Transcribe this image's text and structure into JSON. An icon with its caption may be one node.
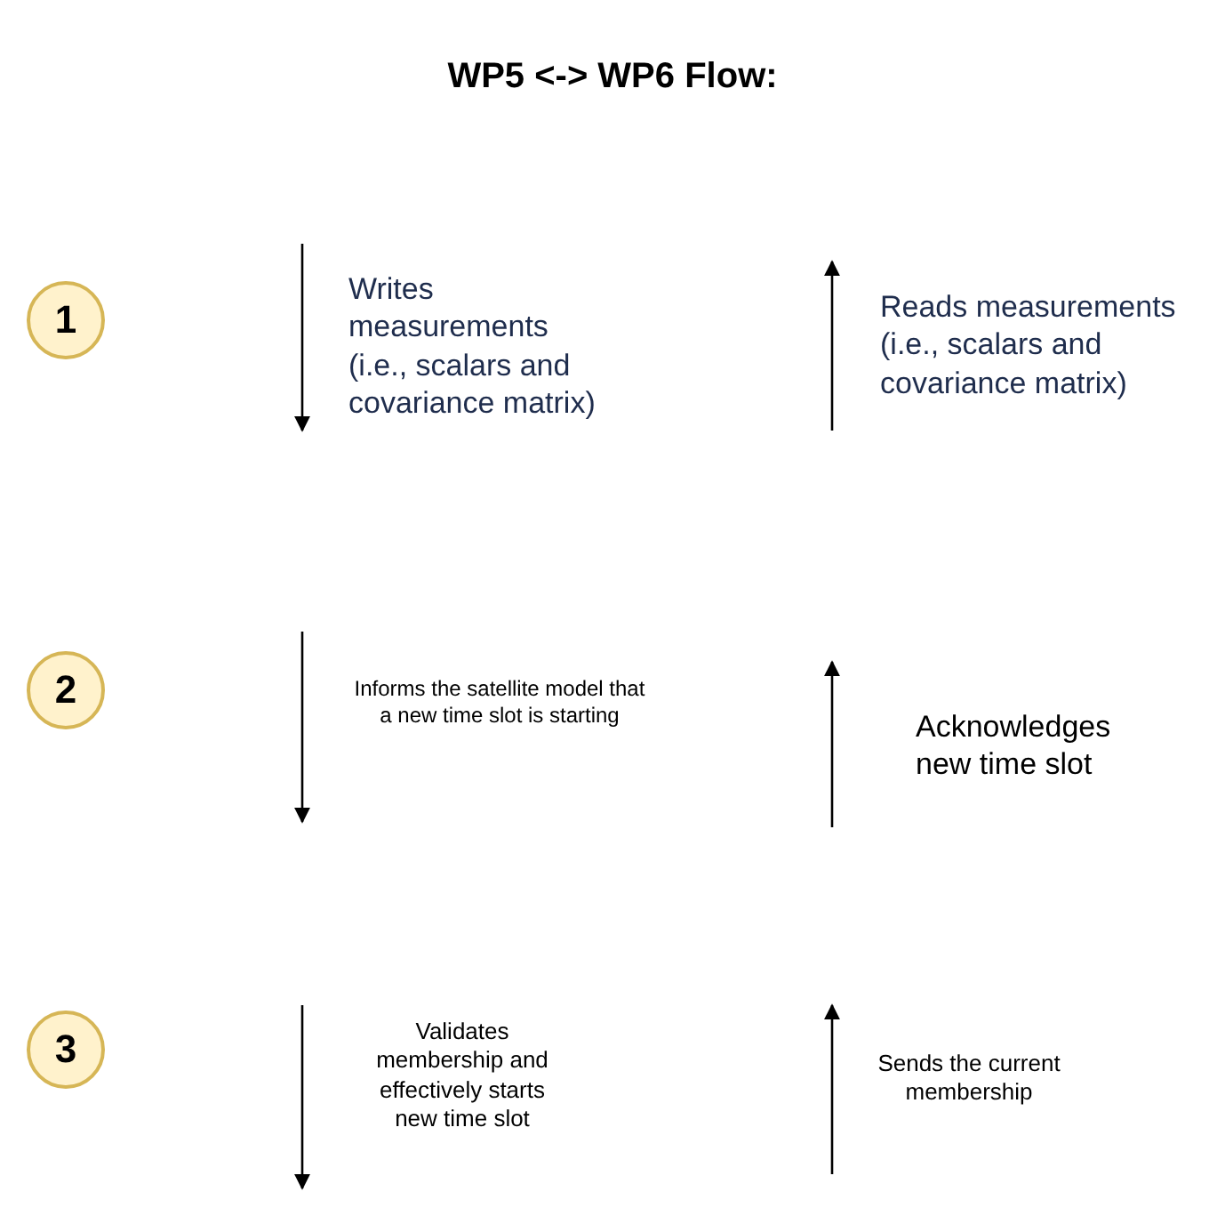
{
  "diagram": {
    "title": "WP5 <-> WP6 Flow:",
    "nodes": [
      {
        "text": [
          "1"
        ]
      },
      {
        "text": [
          "2"
        ]
      },
      {
        "text": [
          "3"
        ]
      }
    ],
    "labels": [
      "Writes measurements (i.e., scalars and covariance matrix)",
      "Reads measurements (i.e., scalars and covariance matrix)",
      "Informs the satellite model that a new time slot is starting",
      "Acknowledges new time slot",
      "Validates membership and effectively starts new time slot",
      "Sends the current membership"
    ]
  }
}
